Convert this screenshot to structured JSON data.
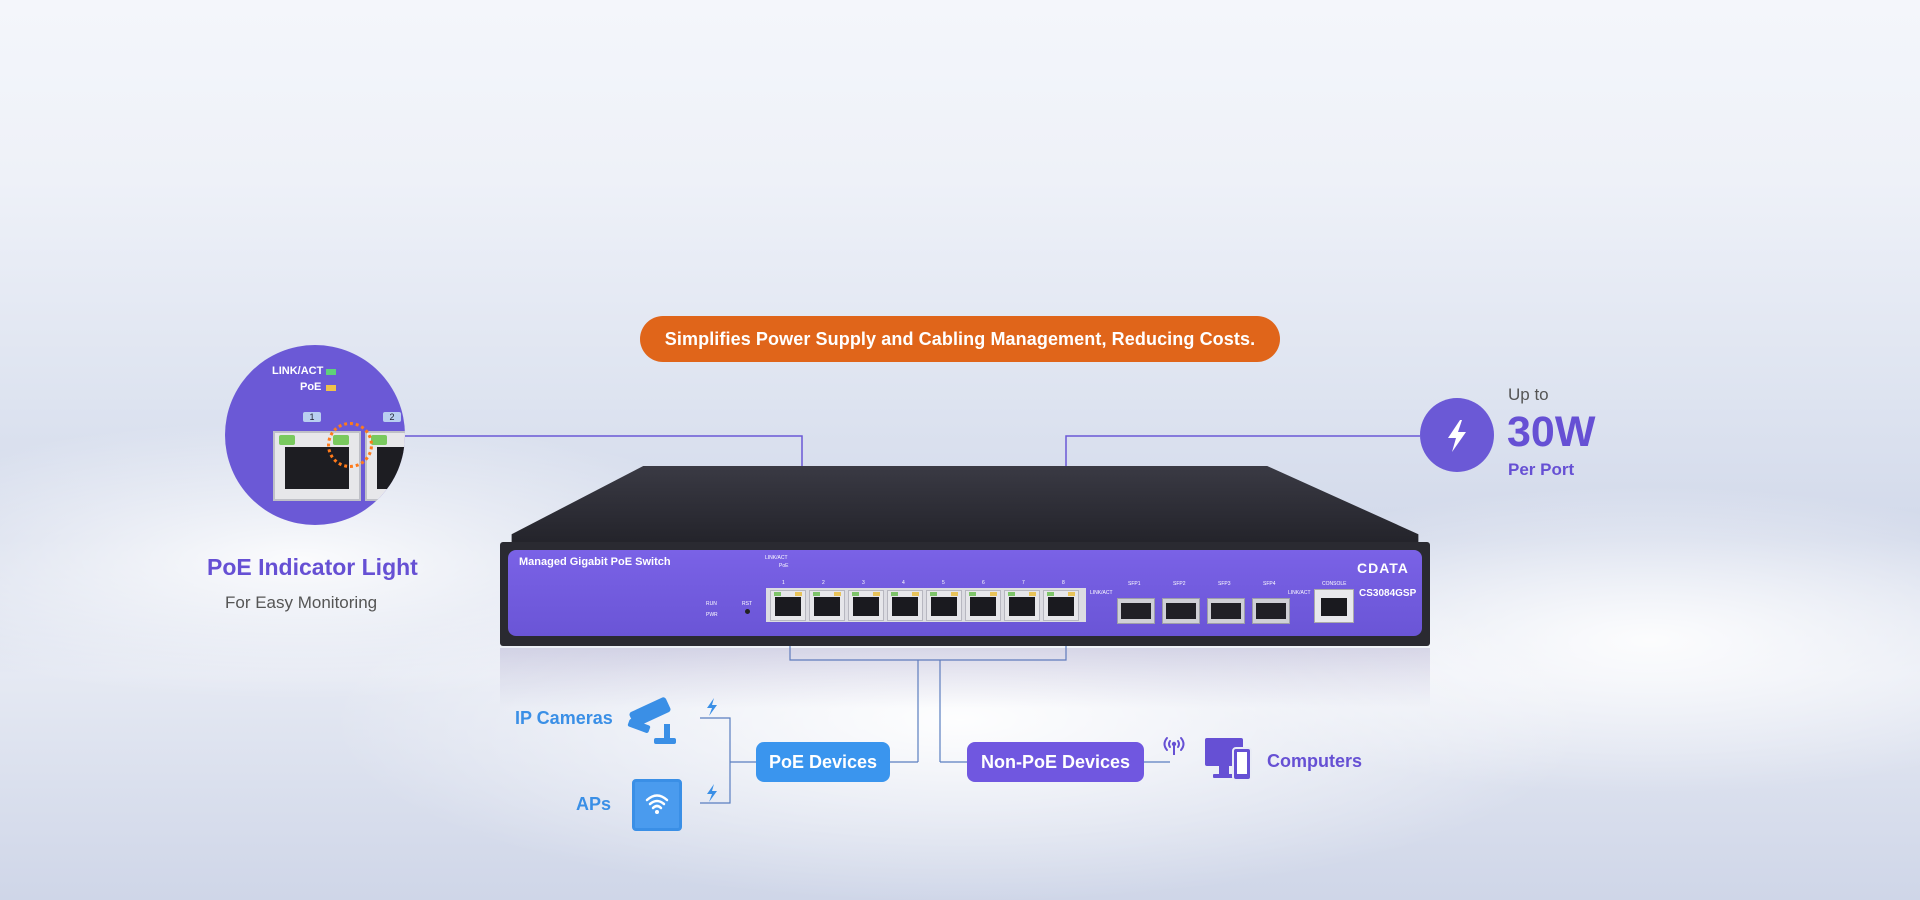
{
  "banner": {
    "text": "Simplifies Power Supply and Cabling Management, Reducing Costs."
  },
  "indicator": {
    "title": "PoE Indicator Light",
    "subtitle": "For Easy Monitoring",
    "zoom_labels": {
      "link_act": "LINK/ACT",
      "poe": "PoE",
      "port1": "1",
      "port2": "2"
    }
  },
  "power": {
    "prefix": "Up to",
    "value": "30W",
    "suffix": "Per Port"
  },
  "switch": {
    "name": "Managed Gigabit PoE Switch",
    "brand": "CDATA",
    "model": "CS3084GSP",
    "labels": {
      "link_act": "LINK/ACT",
      "poe": "PoE",
      "run": "RUN",
      "pwr": "PWR",
      "rst": "RST",
      "console": "CONSOLE",
      "link_act_sfp": "LINK/ACT"
    },
    "rj45_ports": [
      "1",
      "2",
      "3",
      "4",
      "5",
      "6",
      "7",
      "8"
    ],
    "sfp_ports": [
      "SFP1",
      "SFP2",
      "SFP3",
      "SFP4"
    ]
  },
  "devices": {
    "ip_cameras": "IP Cameras",
    "aps": "APs",
    "poe_devices": "PoE Devices",
    "non_poe_devices": "Non-PoE Devices",
    "computers": "Computers"
  },
  "colors": {
    "accent_purple": "#6b59d6",
    "accent_orange": "#e0651a",
    "accent_blue": "#3a95ee"
  },
  "icons": [
    "bolt-icon",
    "camera-icon",
    "wifi-icon",
    "signal-icon",
    "computer-icon"
  ]
}
